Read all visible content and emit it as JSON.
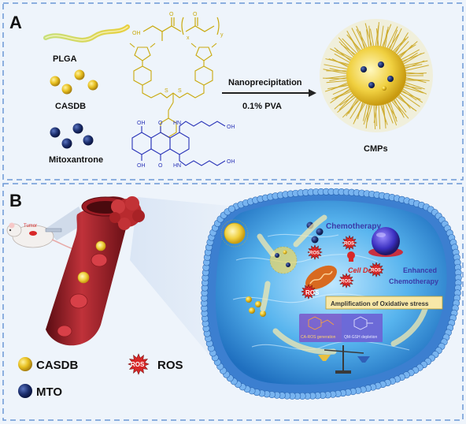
{
  "panel_a": {
    "label": "A",
    "materials": [
      "PLGA",
      "CASDB",
      "Mitoxantrone"
    ],
    "process": {
      "top": "Nanoprecipitation",
      "bottom": "0.1%  PVA"
    },
    "product": "CMPs",
    "structure_labels": {
      "plga_oh": "OH",
      "plga_o1": "O",
      "plga_o2": "O",
      "plga_y": "y",
      "plga_x": "x",
      "mto_oh1": "OH",
      "mto_oh2": "OH",
      "mto_oh3": "OH",
      "mto_oh4": "OH",
      "mto_hn1": "HN",
      "mto_hn2": "HN",
      "mto_o1": "O",
      "mto_o2": "O",
      "casdb_s1": "S",
      "casdb_s2": "S"
    }
  },
  "panel_b": {
    "label": "B",
    "tumor_tag": "Tumor",
    "labels": {
      "chemotherapy": "Chemotherapy",
      "cell_death": "Cell Death",
      "enhanced": "Enhanced",
      "chemotherapy2": "Chemotherapy",
      "amplification": "Amplification of  Oxidative stress",
      "ca_ros": "CA-ROS generation",
      "qm_gsh": "QM-GSH depletion",
      "ros_tag": "ROS"
    },
    "ros_badges": [
      "ROS",
      "ROS",
      "ROS",
      "ROS",
      "ROS"
    ],
    "legend": [
      {
        "name": "CASDB",
        "color": "#e8c020"
      },
      {
        "name": "MTO",
        "color": "#1c2f6e"
      },
      {
        "name": "ROS",
        "color": "#d82828"
      }
    ]
  },
  "colors": {
    "panel_border": "#6b98d6",
    "casdb_yellow": "#e8c020",
    "mto_navy": "#1c2f6e",
    "vessel_red": "#a6202a",
    "cell_blue": "#4a8ed8",
    "ros_red": "#d82828"
  }
}
